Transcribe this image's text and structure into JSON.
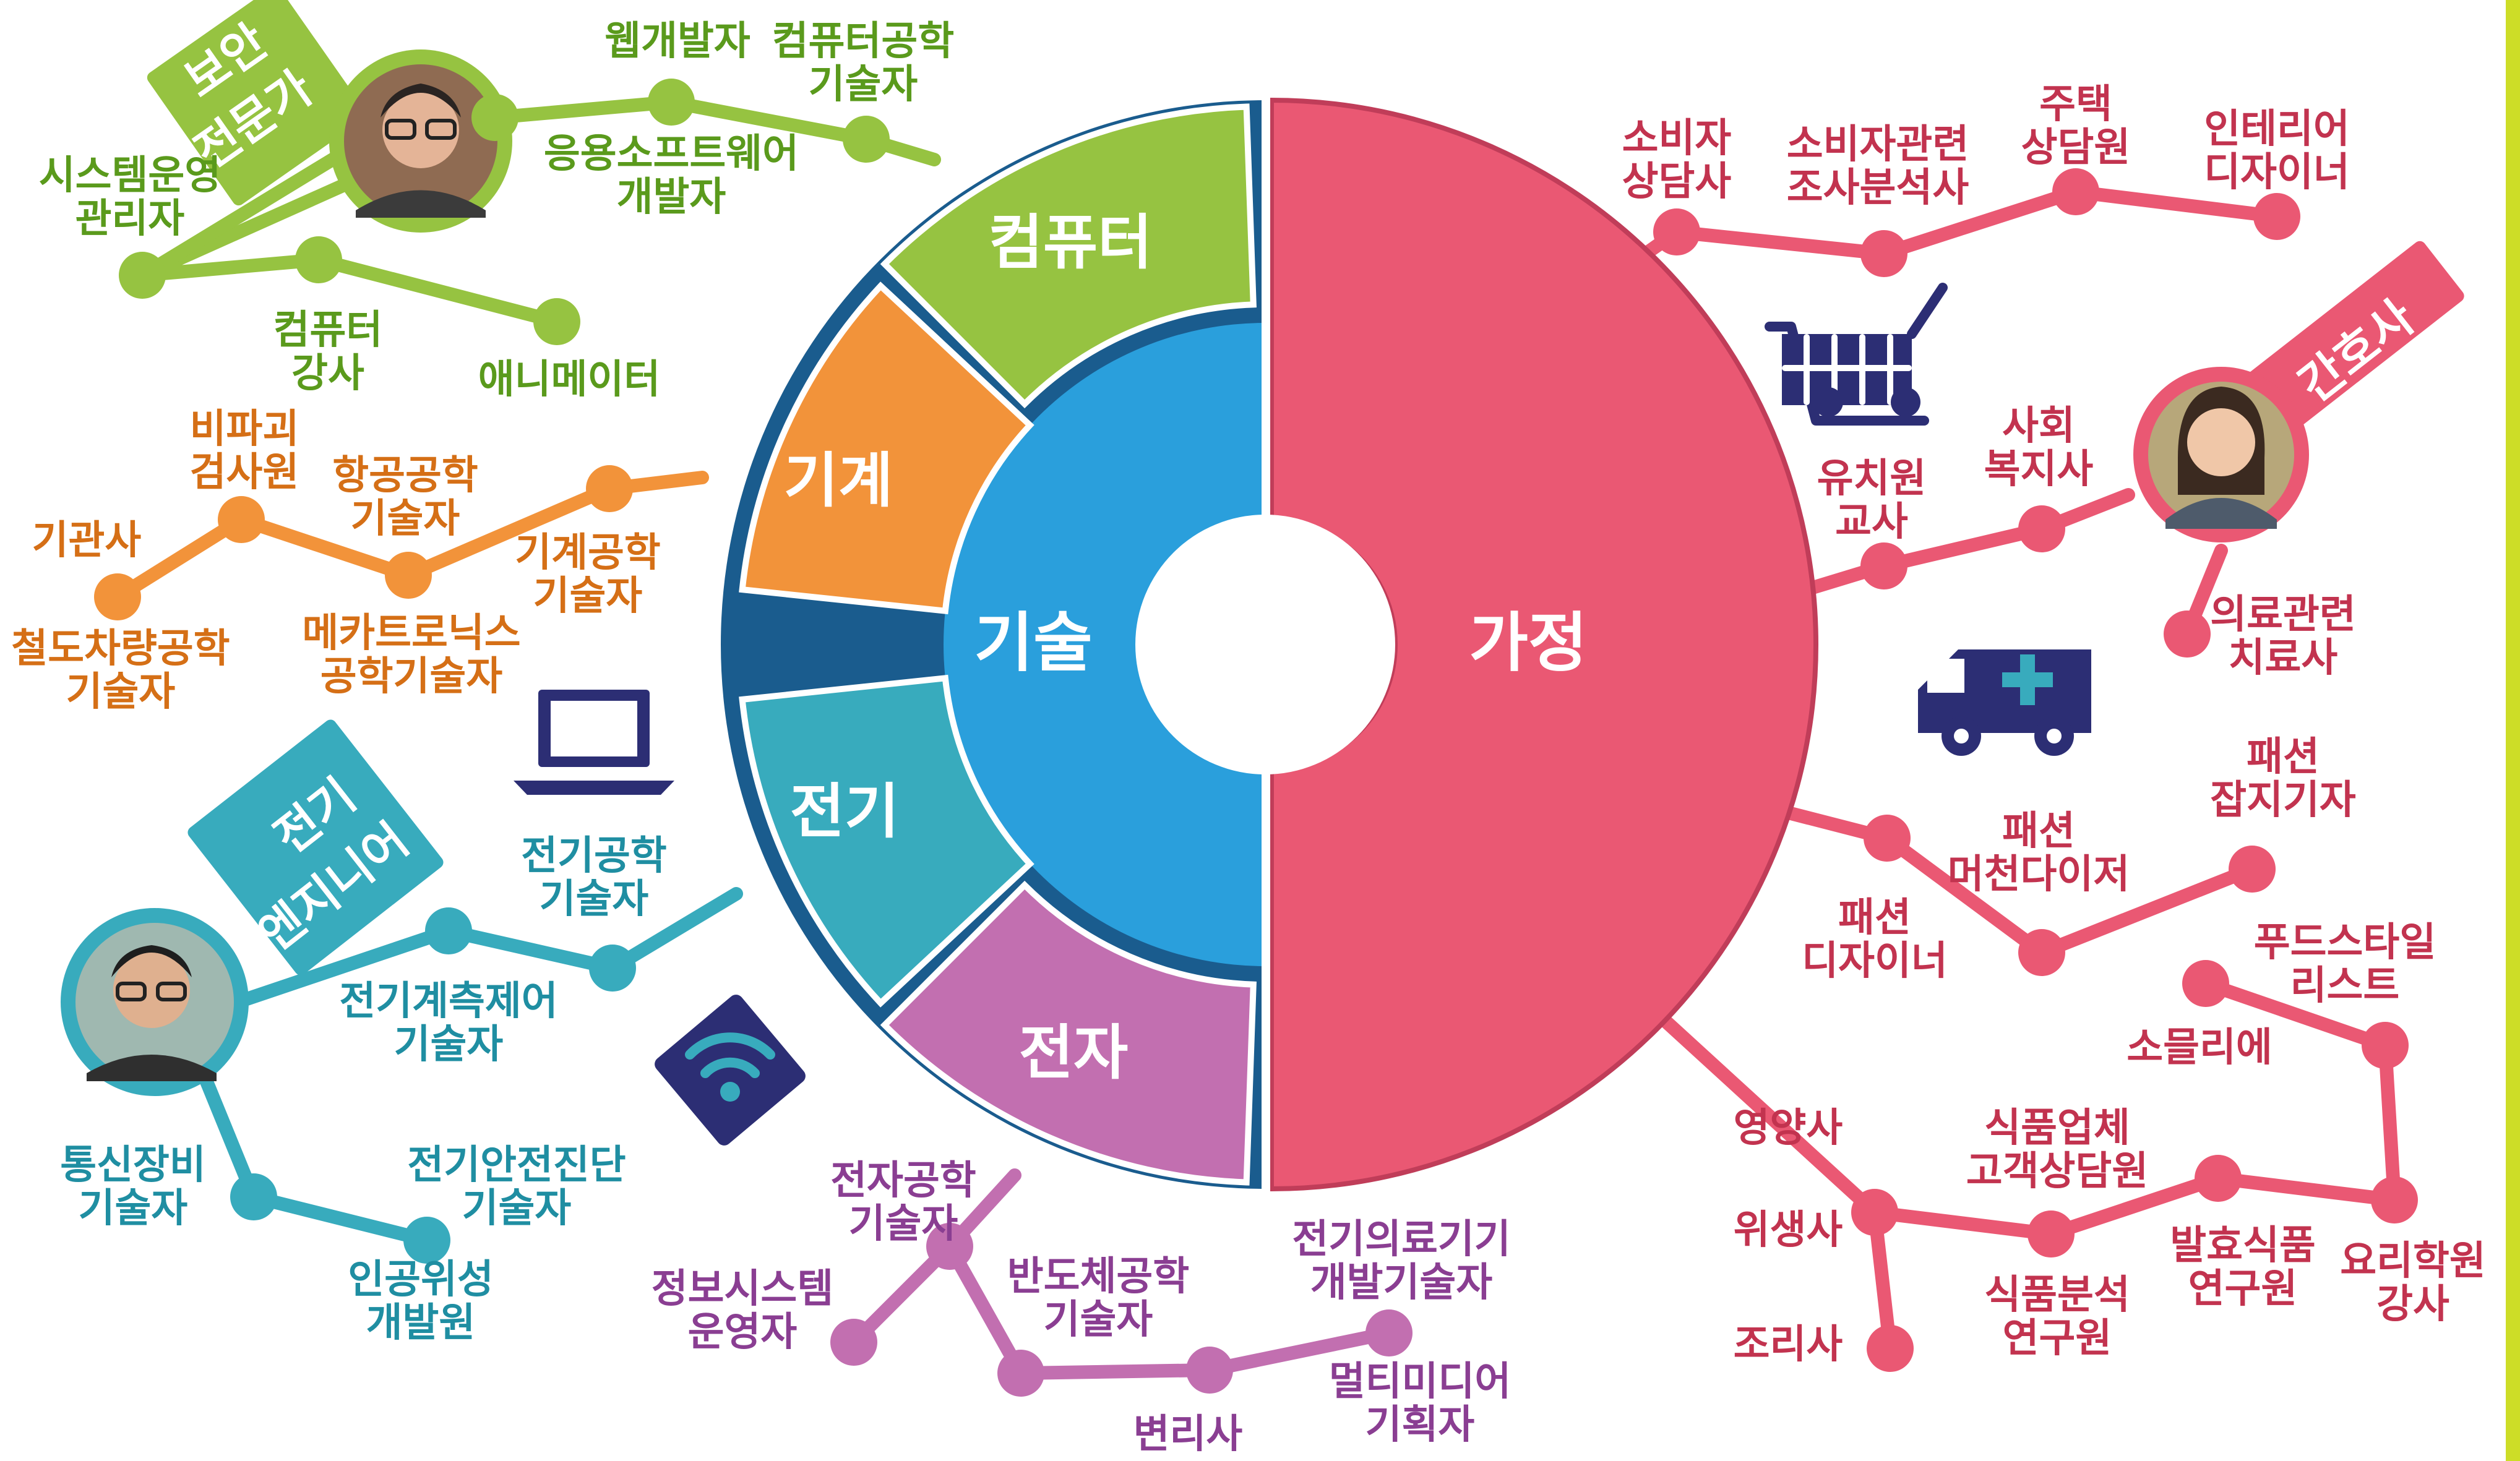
{
  "colors": {
    "computer": "#96c341",
    "machine": "#f2933a",
    "electric": "#38abbd",
    "electronics": "#c26fb0",
    "tech": "#2a9fdc",
    "home": "#ea5873",
    "edge_band": "#1a5c8e",
    "strip": "#cddd27",
    "green_text": "#5a9a1c",
    "orange_text": "#d56f16",
    "teal_text": "#1f8ea2",
    "purple_text": "#8a3e92",
    "red_text": "#c2334f",
    "navy": "#2c2e74"
  },
  "segments": {
    "tech": "기술",
    "home": "가정",
    "computer": "컴퓨터",
    "machine": "기계",
    "electric": "전기",
    "electronics": "전자"
  },
  "tags": {
    "security": [
      "보안",
      "전문가"
    ],
    "nurse": "간호사",
    "engineer": [
      "전기",
      "엔지니어"
    ]
  },
  "icons": {
    "cart": "shopping-cart-icon",
    "ambulance": "ambulance-icon",
    "laptop": "laptop-icon",
    "wifi": "wifi-icon"
  },
  "jobs": {
    "computer": [
      [
        "웹개발자"
      ],
      [
        "컴퓨터공학",
        "기술자"
      ],
      [
        "응용소프트웨어",
        "개발자"
      ],
      [
        "시스템운영",
        "관리자"
      ],
      [
        "컴퓨터",
        "강사"
      ],
      [
        "애니메이터"
      ]
    ],
    "machine": [
      [
        "비파괴",
        "검사원"
      ],
      [
        "항공공학",
        "기술자"
      ],
      [
        "기관사"
      ],
      [
        "기계공학",
        "기술자"
      ],
      [
        "철도차량공학",
        "기술자"
      ],
      [
        "메카트로닉스",
        "공학기술자"
      ]
    ],
    "electric": [
      [
        "전기공학",
        "기술자"
      ],
      [
        "전기계측제어",
        "기술자"
      ],
      [
        "통신장비",
        "기술자"
      ],
      [
        "전기안전진단",
        "기술자"
      ],
      [
        "인공위성",
        "개발원"
      ]
    ],
    "electronics": [
      [
        "전자공학",
        "기술자"
      ],
      [
        "전기의료기기",
        "개발기술자"
      ],
      [
        "정보시스템",
        "운영자"
      ],
      [
        "반도체공학",
        "기술자"
      ],
      [
        "멀티미디어",
        "기획자"
      ],
      [
        "변리사"
      ]
    ],
    "home_consumer": [
      [
        "주택",
        "상담원"
      ],
      [
        "소비자",
        "상담사"
      ],
      [
        "소비자관련",
        "조사분석사"
      ],
      [
        "인테리어",
        "디자이너"
      ]
    ],
    "home_care": [
      [
        "사회",
        "복지사"
      ],
      [
        "유치원",
        "교사"
      ],
      [
        "의료관련",
        "치료사"
      ]
    ],
    "home_fashion": [
      [
        "패션",
        "잡지기자"
      ],
      [
        "패션",
        "머천다이저"
      ],
      [
        "패션",
        "디자이너"
      ]
    ],
    "home_food": [
      [
        "푸드스타일",
        "리스트"
      ],
      [
        "소믈리에"
      ],
      [
        "식품업체",
        "고객상담원"
      ],
      [
        "영양사"
      ],
      [
        "위생사"
      ],
      [
        "발효식품",
        "연구원"
      ],
      [
        "요리학원",
        "강사"
      ],
      [
        "식품분석",
        "연구원"
      ],
      [
        "조리사"
      ]
    ]
  }
}
